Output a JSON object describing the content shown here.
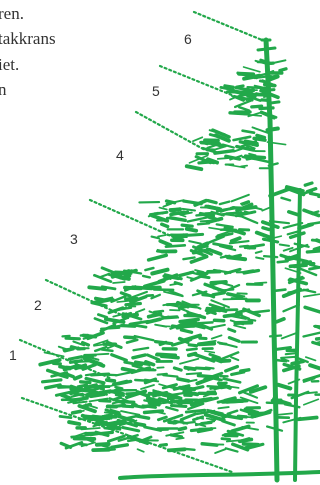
{
  "text_lines": [
    "ren.",
    "takkrans",
    "iet.",
    "n"
  ],
  "tiers": [
    "1",
    "2",
    "3",
    "4",
    "5",
    "6"
  ],
  "colors": {
    "tree": "#22a84a",
    "number": "#333333",
    "guide": "#22a84a"
  }
}
